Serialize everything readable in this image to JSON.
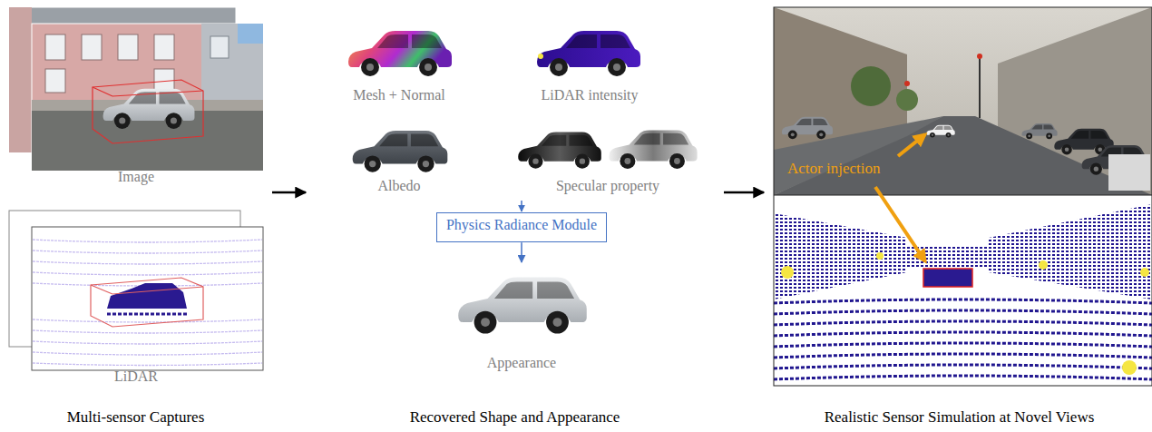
{
  "diagram": {
    "nodes": [
      {
        "text": [
          "Multi-sensor Captures"
        ]
      },
      {
        "text": [
          "Image"
        ],
        "in": 0
      },
      {
        "text": [
          "LiDAR"
        ],
        "in": 0
      },
      {
        "text": [
          "Recovered Shape and Appearance"
        ]
      },
      {
        "text": [
          "Mesh + Normal"
        ],
        "in": 3
      },
      {
        "text": [
          "LiDAR intensity"
        ],
        "in": 3
      },
      {
        "text": [
          "Albedo"
        ],
        "in": 3
      },
      {
        "text": [
          "Specular property"
        ],
        "in": 3
      },
      {
        "text": [
          "Physics Radiance Module"
        ],
        "in": 3
      },
      {
        "text": [
          "Appearance"
        ],
        "in": 3
      },
      {
        "text": [
          "Realistic Sensor Simulation at Novel Views"
        ]
      }
    ],
    "edges": [
      {
        "from": 0,
        "to": 3,
        "arrow": "to"
      },
      {
        "from": 3,
        "to": 10,
        "arrow": "to"
      },
      {
        "from": 8,
        "to": 9,
        "arrow": "to"
      }
    ],
    "labels": [
      "Actor injection"
    ]
  }
}
